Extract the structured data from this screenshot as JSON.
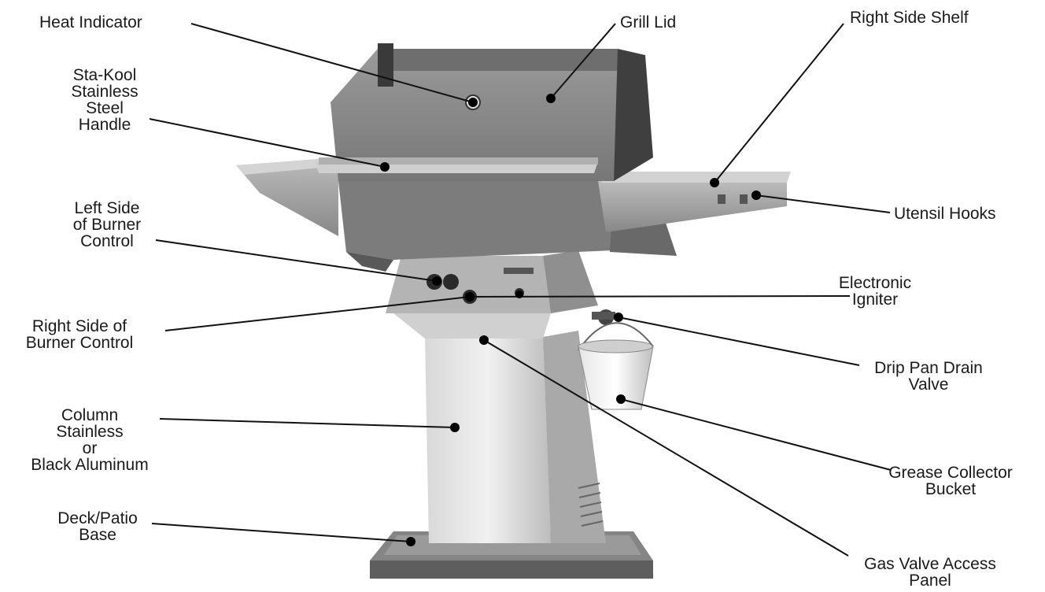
{
  "labels": {
    "heat_indicator": "Heat Indicator",
    "grill_lid": "Grill Lid",
    "right_side_shelf": "Right Side Shelf",
    "handle": "Sta-Kool\nStainless\nSteel\nHandle",
    "utensil_hooks": "Utensil Hooks",
    "left_burner_control": "Left Side\nof Burner\nControl",
    "electronic_igniter": "Electronic\nIgniter",
    "right_burner_control": "Right Side of\nBurner Control",
    "drip_pan_drain_valve": "Drip Pan Drain\nValve",
    "column": "Column\nStainless\nor\nBlack Aluminum",
    "grease_collector_bucket": "Grease Collector\nBucket",
    "deck_patio_base": "Deck/Patio\nBase",
    "gas_valve_access_panel": "Gas Valve Access\nPanel"
  },
  "colors": {
    "background": "#ffffff",
    "text": "#1a1a1a",
    "leader_line": "#111111",
    "grill_body": "#8c8c8c",
    "grill_dark": "#4a4a4a",
    "stainless": "#c9c9c9"
  }
}
